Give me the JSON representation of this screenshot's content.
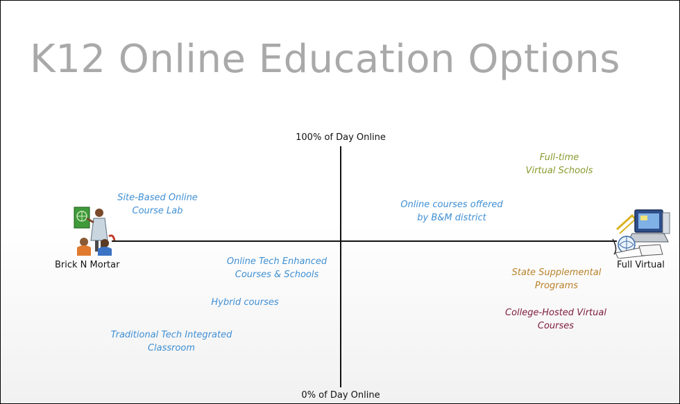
{
  "title": "K12 Online Education Options",
  "axes": {
    "top": "100% of Day Online",
    "bottom": "0% of Day Online",
    "left": "Brick N Mortar",
    "right": "Full Virtual"
  },
  "items": {
    "site_based": [
      "Site-Based Online",
      "Course Lab"
    ],
    "online_courses": [
      "Online courses offered",
      "by B&M district"
    ],
    "full_time": [
      "Full-time",
      "Virtual Schools"
    ],
    "tech_enhanced": [
      "Online Tech Enhanced",
      "Courses & Schools"
    ],
    "hybrid": [
      "Hybrid  courses"
    ],
    "traditional": [
      "Traditional Tech Integrated",
      "Classroom"
    ],
    "state_supplemental": [
      "State Supplemental",
      "Programs"
    ],
    "college_hosted": [
      "College-Hosted Virtual",
      "Courses"
    ]
  },
  "icons": {
    "left": "classroom-clipart-icon",
    "right": "computer-clipart-icon"
  },
  "colors": {
    "title": "#a9a9a9",
    "blue": "#3f8fd3",
    "green": "#8a9a2e",
    "orange": "#b9812a",
    "maroon": "#7c1b3c"
  }
}
